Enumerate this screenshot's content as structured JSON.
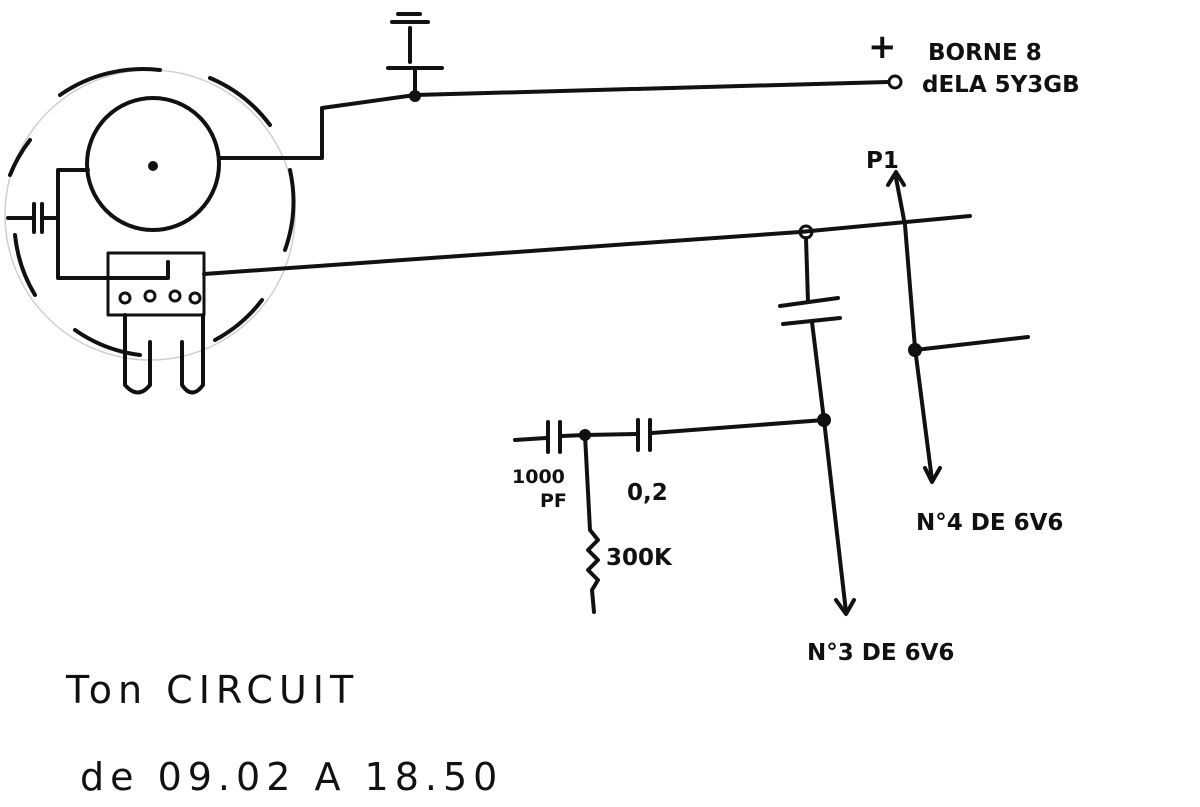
{
  "labels": {
    "plus_sign": "+",
    "borne_line1": "BORNE 8",
    "borne_line2": "dELA 5Y3GB",
    "p1": "P1",
    "cap_1000_line1": "1000",
    "cap_1000_line2": "PF",
    "cap_02": "0,2",
    "resistor_300k": "300K",
    "pin4": "N°4 DE 6V6",
    "pin3": "N°3 DE 6V6"
  },
  "footer": {
    "title": "Ton  CIRCUIT",
    "subtitle": "de  09.02  A  18.50"
  },
  "colors": {
    "ink": "#111111",
    "paper": "#ffffff"
  }
}
